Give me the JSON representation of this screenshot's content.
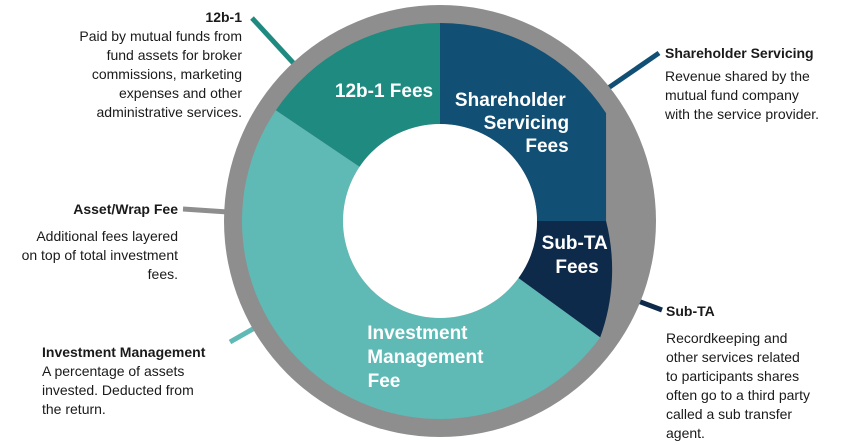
{
  "colors": {
    "outer_ring": "#8e8e8e",
    "shareholder_servicing": "#114f74",
    "sub_ta": "#0e2a4a",
    "twelve_b1": "#1f8a80",
    "investment_management": "#5fbab5",
    "leader_twelve_b1": "#1f8a80",
    "leader_shareholder": "#114f74",
    "leader_sub_ta": "#0e2a4a",
    "leader_asset_wrap": "#8e8e8e",
    "leader_investment": "#5fbab5"
  },
  "segments": {
    "twelve_b1": [
      "12b-1 Fees"
    ],
    "shareholder_servicing": [
      "Shareholder",
      "Servicing",
      "Fees"
    ],
    "sub_ta": [
      "Sub-TA",
      "Fees"
    ],
    "investment_management": [
      "Investment",
      "Management",
      "Fee"
    ]
  },
  "annotations": {
    "twelve_b1": {
      "title": "12b-1",
      "description": [
        "Paid by mutual funds from",
        "fund assets for broker",
        "commissions, marketing",
        "expenses and other",
        "administrative services."
      ]
    },
    "shareholder_servicing": {
      "title": "Shareholder Servicing",
      "description": [
        "Revenue shared by the",
        "mutual fund company",
        "with the service provider."
      ]
    },
    "asset_wrap": {
      "title": "Asset/Wrap Fee",
      "description": [
        "Additional fees layered",
        "on top of total investment",
        "fees."
      ]
    },
    "investment_management": {
      "title": "Investment Management",
      "description": [
        "A percentage of assets",
        "invested. Deducted from",
        "the return."
      ]
    },
    "sub_ta": {
      "title": "Sub-TA",
      "description": [
        "Recordkeeping and",
        "other services related",
        "to participants shares",
        "often go to a third party",
        "called a sub transfer",
        "agent."
      ]
    }
  }
}
